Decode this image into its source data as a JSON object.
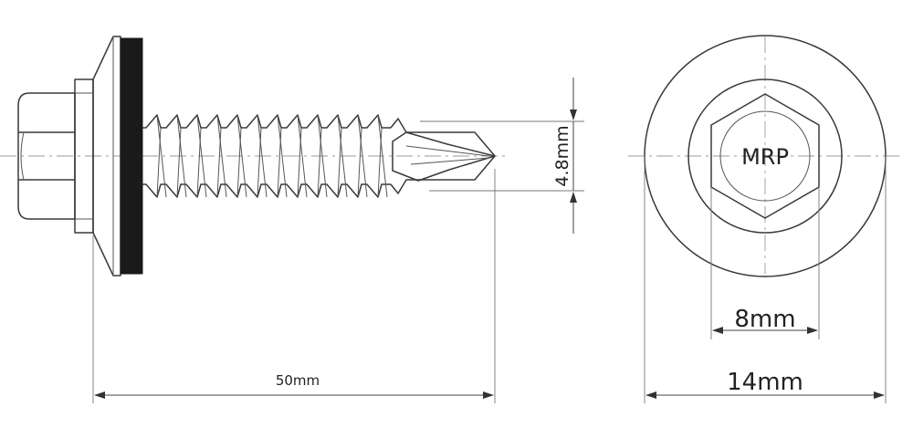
{
  "diagram": {
    "dimensions": {
      "diameter": "4.8mm",
      "length": "50mm",
      "hex_size": "8mm",
      "washer_diameter": "14mm"
    },
    "head_marking": "MRP"
  }
}
